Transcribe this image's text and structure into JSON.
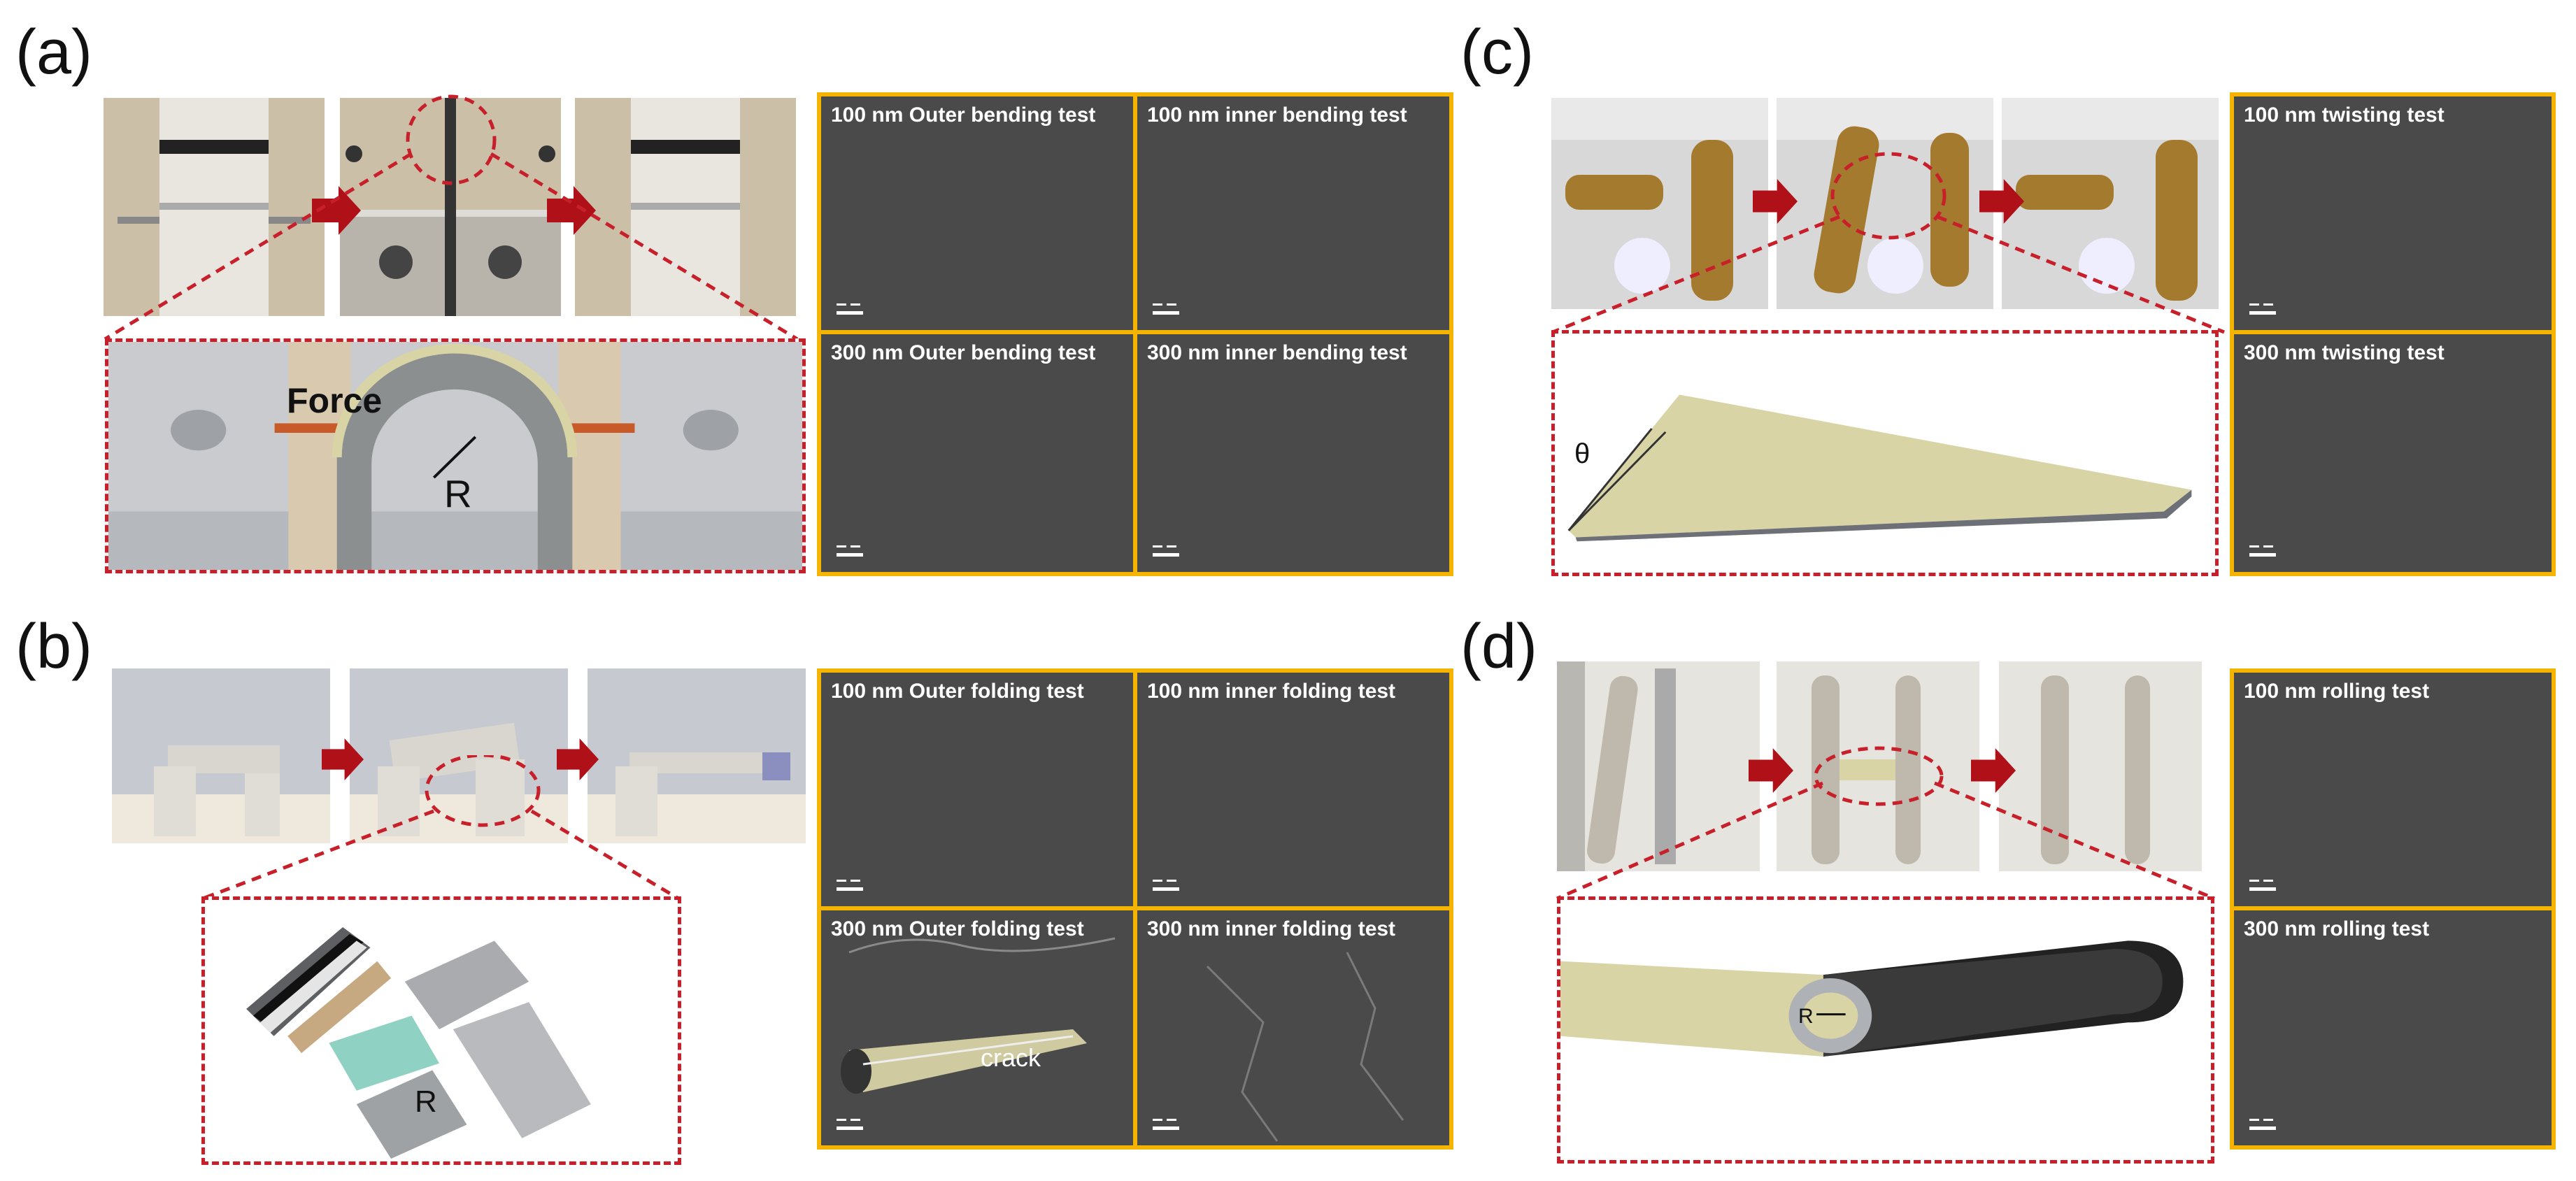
{
  "panels": {
    "a": {
      "label": "(a)",
      "labels": {
        "force": "Force",
        "radius": "R"
      },
      "sem": [
        "100 nm Outer bending test",
        "100 nm inner bending test",
        "300 nm Outer bending test",
        "300 nm inner bending test"
      ]
    },
    "b": {
      "label": "(b)",
      "labels": {
        "radius": "R",
        "crack": "crack"
      },
      "sem": [
        "100 nm Outer folding test",
        "100 nm inner folding test",
        "300 nm Outer folding test",
        "300 nm inner folding test"
      ]
    },
    "c": {
      "label": "(c)",
      "labels": {
        "theta": "θ"
      },
      "sem": [
        "100 nm twisting test",
        "300 nm twisting test"
      ]
    },
    "d": {
      "label": "(d)",
      "labels": {
        "radius": "R"
      },
      "sem": [
        "100 nm rolling test",
        "300 nm rolling test"
      ]
    }
  },
  "colors": {
    "frame": "#f5b400",
    "dash": "#c8202a",
    "arrow": "#b01018",
    "sem": "#4a4a4a",
    "film": "#d8d4a6"
  }
}
